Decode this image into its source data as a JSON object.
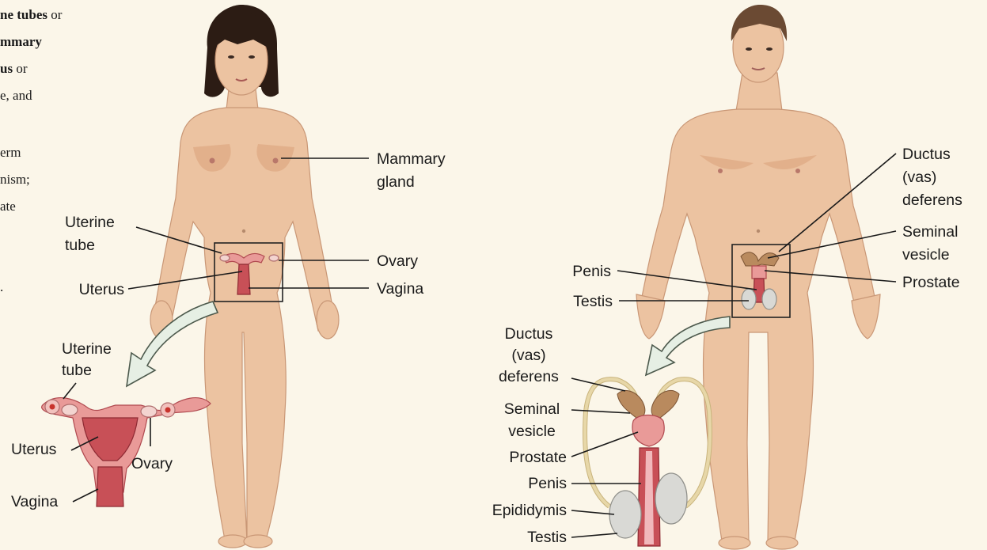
{
  "side_text": [
    {
      "bold": "ne tubes",
      "plain": " or"
    },
    {
      "bold": "mmary",
      "plain": ""
    },
    {
      "bold": "us",
      "plain": " or"
    },
    {
      "bold": "",
      "plain": "e, and"
    },
    {
      "bold": "",
      "plain": "erm"
    },
    {
      "bold": "",
      "plain": "nism;"
    },
    {
      "bold": "",
      "plain": "ate"
    },
    {
      "bold": "",
      "plain": "."
    }
  ],
  "female": {
    "mammary_gland": [
      "Mammary",
      "gland"
    ],
    "uterine_tube": [
      "Uterine",
      "tube"
    ],
    "uterus": "Uterus",
    "ovary": "Ovary",
    "vagina": "Vagina",
    "detail": {
      "uterine_tube": [
        "Uterine",
        "tube"
      ],
      "uterus": "Uterus",
      "ovary": "Ovary",
      "vagina": "Vagina"
    }
  },
  "male": {
    "ductus_deferens": [
      "Ductus",
      "(vas)",
      "deferens"
    ],
    "seminal_vesicle": [
      "Seminal",
      "vesicle"
    ],
    "prostate": "Prostate",
    "penis": "Penis",
    "testis": "Testis",
    "detail": {
      "ductus_deferens": [
        "Ductus",
        "(vas)",
        "deferens"
      ],
      "seminal_vesicle": [
        "Seminal",
        "vesicle"
      ],
      "prostate": "Prostate",
      "penis": "Penis",
      "epididymis": "Epididymis",
      "testis": "Testis"
    }
  }
}
